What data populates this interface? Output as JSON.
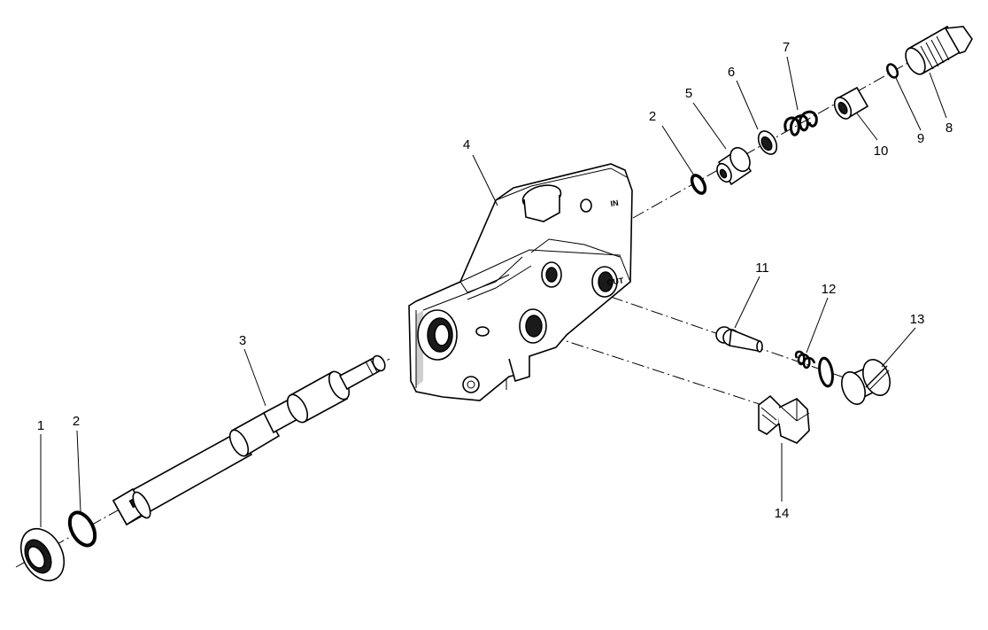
{
  "callouts": [
    {
      "id": "c1",
      "text": "1"
    },
    {
      "id": "c2a",
      "text": "2"
    },
    {
      "id": "c3",
      "text": "3"
    },
    {
      "id": "c4",
      "text": "4"
    },
    {
      "id": "c2b",
      "text": "2"
    },
    {
      "id": "c5",
      "text": "5"
    },
    {
      "id": "c6",
      "text": "6"
    },
    {
      "id": "c7",
      "text": "7"
    },
    {
      "id": "c8",
      "text": "8"
    },
    {
      "id": "c9",
      "text": "9"
    },
    {
      "id": "c10",
      "text": "10"
    },
    {
      "id": "c11",
      "text": "11"
    },
    {
      "id": "c12",
      "text": "12"
    },
    {
      "id": "c13",
      "text": "13"
    },
    {
      "id": "c14",
      "text": "14"
    }
  ],
  "body_markings": {
    "inlet": "IN",
    "outlet": "OUT"
  }
}
